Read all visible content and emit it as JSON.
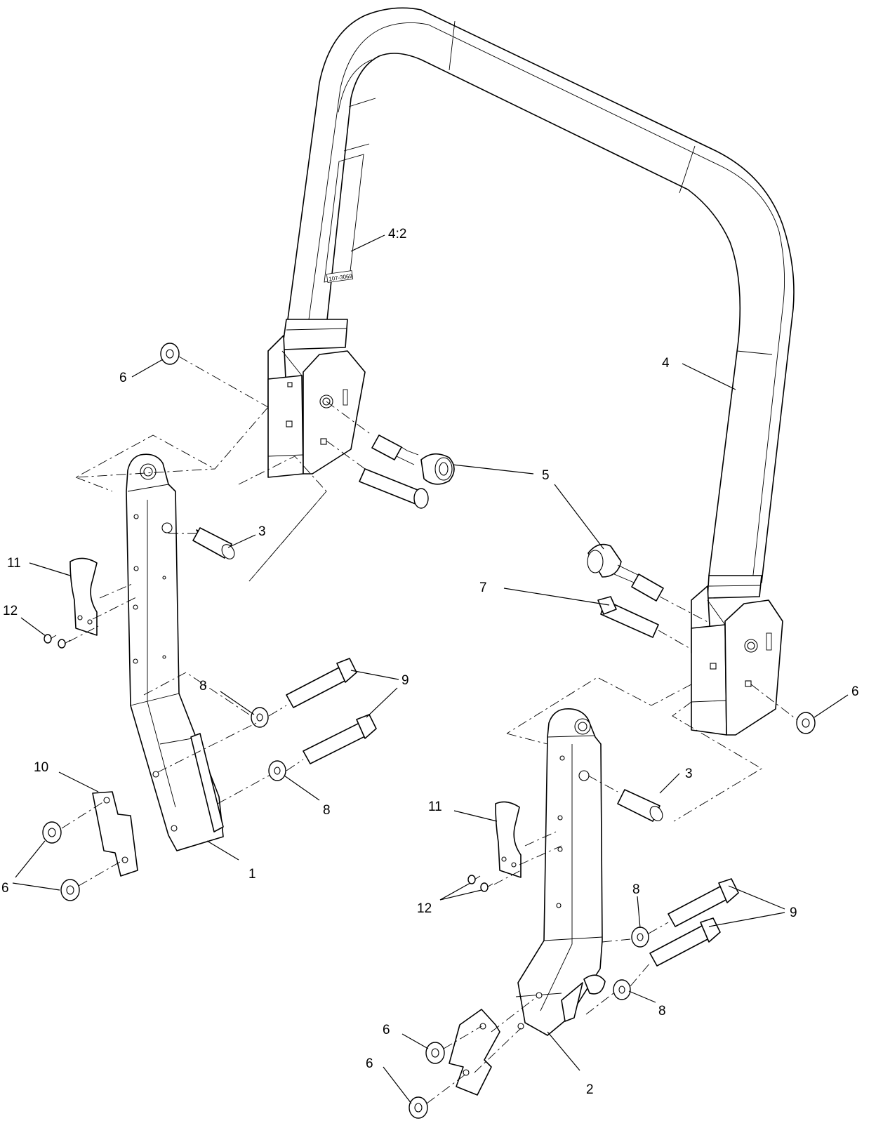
{
  "decal_text": "107-3069",
  "callouts": [
    {
      "id": "c-4-2",
      "label": "4:2"
    },
    {
      "id": "c-4",
      "label": "4"
    },
    {
      "id": "c-6-top-left",
      "label": "6"
    },
    {
      "id": "c-5-upper",
      "label": "5"
    },
    {
      "id": "c-5-lower",
      "label": "5"
    },
    {
      "id": "c-3-left",
      "label": "3"
    },
    {
      "id": "c-7",
      "label": "7"
    },
    {
      "id": "c-11-left",
      "label": "11"
    },
    {
      "id": "c-12-left",
      "label": "12"
    },
    {
      "id": "c-9-left",
      "label": "9"
    },
    {
      "id": "c-8-left-upper",
      "label": "8"
    },
    {
      "id": "c-6-right",
      "label": "6"
    },
    {
      "id": "c-10",
      "label": "10"
    },
    {
      "id": "c-8-left-lower",
      "label": "8"
    },
    {
      "id": "c-3-right",
      "label": "3"
    },
    {
      "id": "c-11-right",
      "label": "11"
    },
    {
      "id": "c-1",
      "label": "1"
    },
    {
      "id": "c-6-left-lower",
      "label": "6"
    },
    {
      "id": "c-12-right",
      "label": "12"
    },
    {
      "id": "c-8-right-upper",
      "label": "8"
    },
    {
      "id": "c-9-right",
      "label": "9"
    },
    {
      "id": "c-8-right-lower",
      "label": "8"
    },
    {
      "id": "c-6-bottom-upper",
      "label": "6"
    },
    {
      "id": "c-6-bottom-lower",
      "label": "6"
    },
    {
      "id": "c-2",
      "label": "2"
    }
  ]
}
